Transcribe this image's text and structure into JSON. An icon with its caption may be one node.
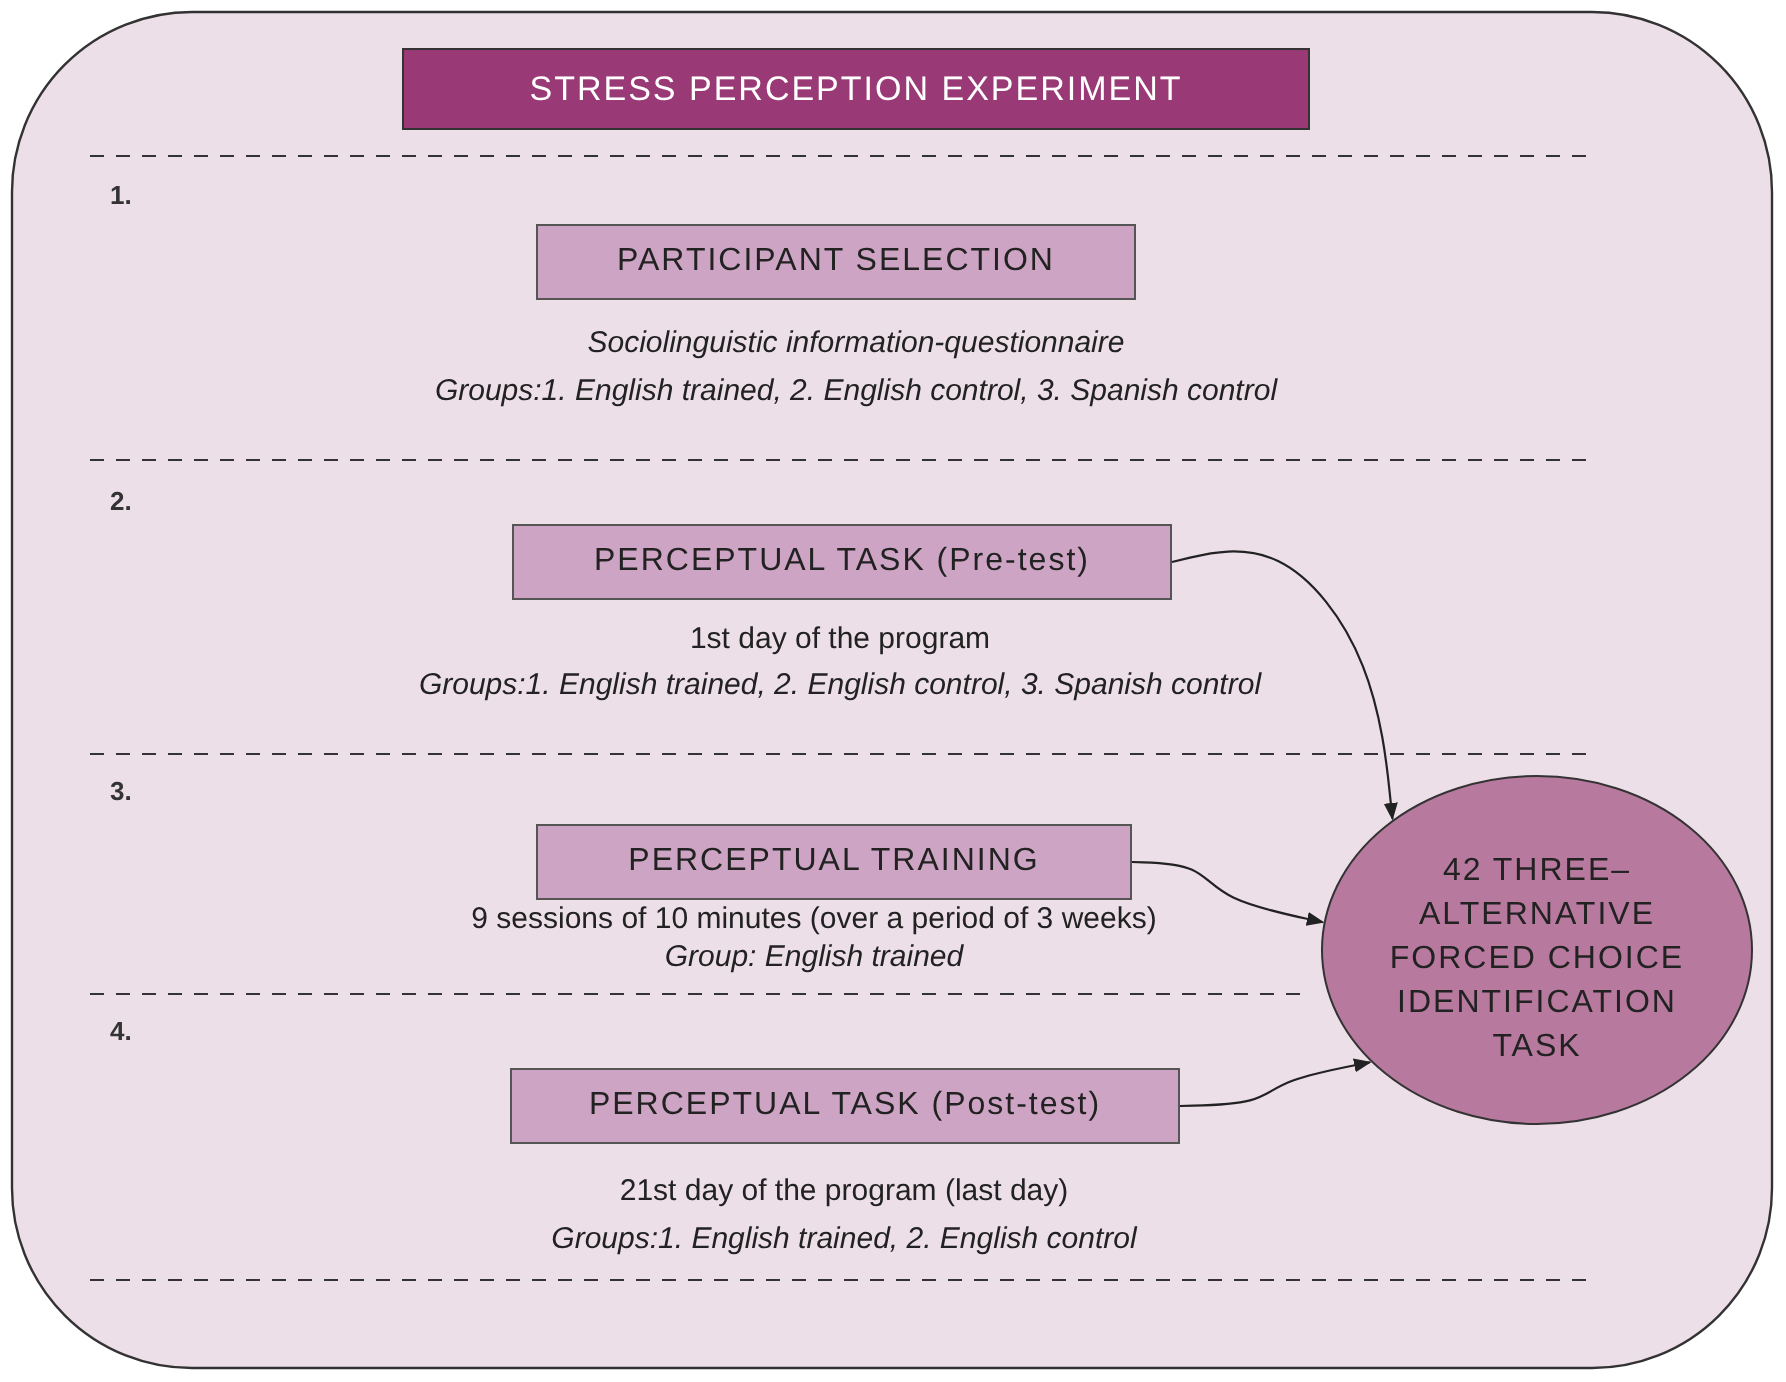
{
  "diagram": {
    "title": "STRESS PERCEPTION EXPERIMENT",
    "nodes": [
      {
        "text": [
          "PARTICIPANT SELECTION"
        ],
        "beside": [
          "Sociolinguistic information-questionnaire",
          "Groups:1. English trained, 2. English control, 3. Spanish control"
        ]
      },
      {
        "text": [
          "PERCEPTUAL TASK (Pre-test)"
        ],
        "beside": [
          "1st day of the program",
          "Groups:1. English trained, 2. English control, 3. Spanish control"
        ]
      },
      {
        "text": [
          "PERCEPTUAL TRAINING"
        ],
        "beside": [
          "9 sessions of 10 minutes  (over a period of 3 weeks)",
          "Group: English trained"
        ]
      },
      {
        "text": [
          "PERCEPTUAL TASK (Post-test)"
        ],
        "beside": [
          "21st day of the program (last day)",
          "Groups:1. English trained, 2. English control"
        ]
      },
      {
        "text": [
          "42 THREE– ALTERNATIVE FORCED CHOICE IDENTIFICATION TASK"
        ]
      }
    ],
    "edges": [
      {
        "from": 1,
        "to": 4,
        "arrow": "to"
      },
      {
        "from": 2,
        "to": 4,
        "arrow": "to"
      },
      {
        "from": 3,
        "to": 4,
        "arrow": "to"
      }
    ],
    "labels": [
      "1.",
      "2.",
      "3.",
      "4."
    ]
  }
}
